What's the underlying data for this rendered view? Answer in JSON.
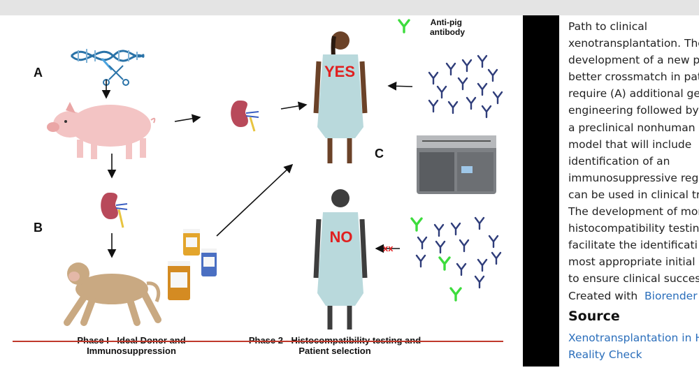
{
  "figure": {
    "label_a": "A",
    "label_b": "B",
    "label_c": "C",
    "antibody_legend": "Anti-pig antibody",
    "yes_label": "YES",
    "no_label": "NO",
    "blocked_mark": "xx",
    "phase1": "Phase I - Ideal Donor and Immunosuppression",
    "phase2": "Phase 2 - Histocompatibility testing and Patient selection",
    "colors": {
      "yes_no": "#e02020",
      "gown": "#b9d9dc",
      "antibody_green": "#3ddc3d",
      "antibody_navy": "#2f3d7a",
      "pig": "#f3c4c4",
      "dna": "#2a73a8",
      "divider": "#c0392b"
    }
  },
  "caption": {
    "lines": [
      "Path to clinical",
      "xenotransplantation. The",
      "development of a new p",
      "better crossmatch in pat",
      "require (A) additional ge",
      "engineering followed by",
      "a preclinical nonhuman",
      "model that will include",
      "identification of an",
      "immunosuppressive regi",
      "can be used in clinical tr",
      "The development of mor",
      "histocompatibility testin",
      "facilitate the identificati",
      "most appropriate initial",
      "to ensure clinical succes"
    ],
    "created_with": "Created with",
    "created_link": "Biorender"
  },
  "source": {
    "title": "Source",
    "link_line1": "Xenotransplantation in H",
    "link_line2": "Reality Check"
  }
}
